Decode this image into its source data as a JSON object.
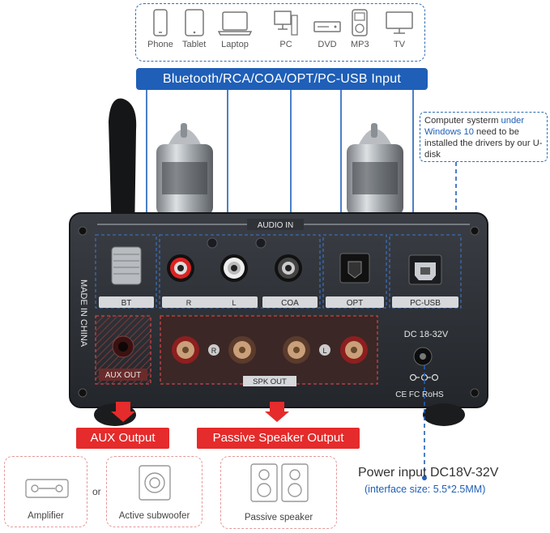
{
  "devices": [
    {
      "label": "Phone",
      "icon": "phone-icon"
    },
    {
      "label": "Tablet",
      "icon": "tablet-icon"
    },
    {
      "label": "Laptop",
      "icon": "laptop-icon"
    },
    {
      "label": "PC",
      "icon": "pc-icon"
    },
    {
      "label": "DVD",
      "icon": "dvd-icon"
    },
    {
      "label": "MP3",
      "icon": "mp3-icon"
    },
    {
      "label": "TV",
      "icon": "tv-icon"
    }
  ],
  "input_banner": "Bluetooth/RCA/COA/OPT/PC-USB Input",
  "note": {
    "part1": "Computer systerm ",
    "highlight1": "under Windows 10",
    "part2": " need to be installed the drivers by our U-disk"
  },
  "panel": {
    "audio_in": "AUDIO IN",
    "made_in": "MADE IN CHINA",
    "bt": "BT",
    "r": "R",
    "l": "L",
    "coa": "COA",
    "opt": "OPT",
    "pc_usb": "PC-USB",
    "aux_out": "AUX OUT",
    "spk_out": "SPK OUT",
    "spk_r": "R",
    "spk_l": "L",
    "dc": "DC 18-32V",
    "certs": "CE FC RoHS"
  },
  "aux_output_label": "AUX Output",
  "speaker_output_label": "Passive Speaker Output",
  "outputs": {
    "amplifier": "Amplifier",
    "or": "or",
    "subwoofer": "Active subwoofer",
    "passive": "Passive speaker"
  },
  "power": {
    "title": "Power input DC18V-32V",
    "sub": "(interface size: 5.5*2.5MM)"
  },
  "colors": {
    "blue": "#1f5fb8",
    "red": "#e52b2b",
    "panel": "#2b2e33"
  }
}
